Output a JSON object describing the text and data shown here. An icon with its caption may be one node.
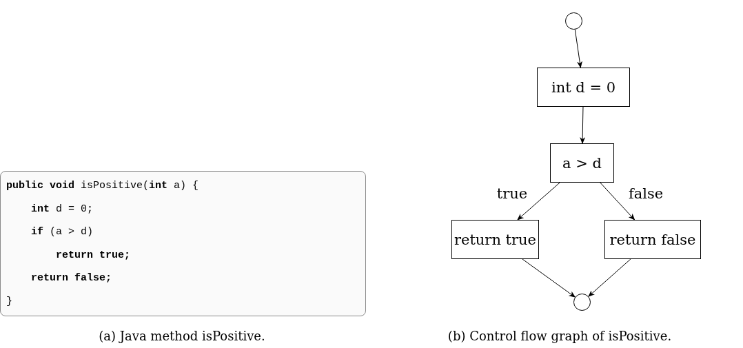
{
  "diagram": {
    "nodes": [
      {
        "text": [
          "**public void** isPositive(**int** a) {",
          "**int** d = 0;",
          "**if** (a > d)",
          "**return true;**",
          "**return false;**",
          "}"
        ]
      },
      {
        "text": [],
        "shape": "circle"
      },
      {
        "text": [
          "int d = 0"
        ]
      },
      {
        "text": [
          "a > d"
        ]
      },
      {
        "text": [
          "return true"
        ]
      },
      {
        "text": [
          "return false"
        ]
      },
      {
        "text": [],
        "shape": "circle"
      }
    ],
    "edges": [
      {
        "from": 1,
        "to": 2,
        "arrow": "to"
      },
      {
        "from": 2,
        "to": 3,
        "arrow": "to"
      },
      {
        "from": 3,
        "to": 4,
        "arrow": "to",
        "label": "true"
      },
      {
        "from": 3,
        "to": 5,
        "arrow": "to",
        "label": "false"
      },
      {
        "from": 4,
        "to": 6,
        "arrow": "to"
      },
      {
        "from": 5,
        "to": 6,
        "arrow": "to"
      }
    ],
    "labels": [
      "(a) Java method isPositive.",
      "(b) Control flow graph of isPositive."
    ]
  }
}
